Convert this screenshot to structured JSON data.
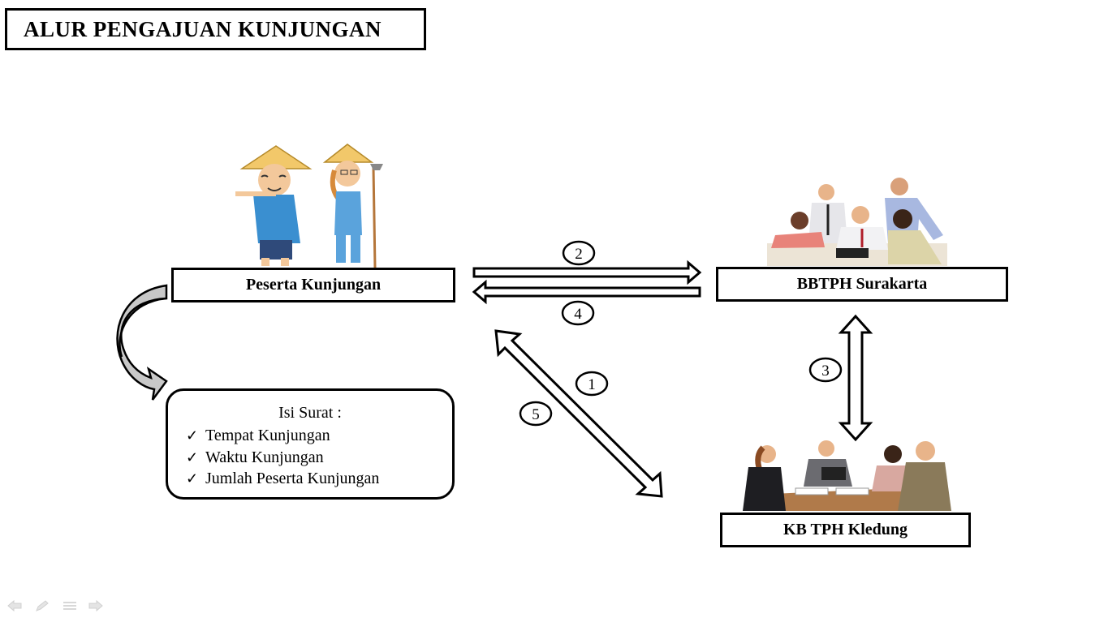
{
  "title": "ALUR PENGAJUAN  KUNJUNGAN",
  "nodes": {
    "peserta": "Peserta Kunjungan",
    "bbtph": "BBTPH Surakarta",
    "kbtph": "KB TPH Kledung"
  },
  "letter": {
    "title": "Isi Surat :",
    "items": [
      "Tempat Kunjungan",
      "Waktu Kunjungan",
      "Jumlah Peserta Kunjungan"
    ],
    "check_glyph": "✓"
  },
  "steps": {
    "s1": "1",
    "s2": "2",
    "s3": "3",
    "s4": "4",
    "s5": "5"
  },
  "icons": {
    "peserta_illustration": "farmers-illustration",
    "bbtph_illustration": "office-meeting-illustration",
    "kbtph_illustration": "office-discussion-illustration",
    "nav": [
      "back-arrow-icon",
      "pen-icon",
      "menu-icon",
      "forward-arrow-icon"
    ]
  },
  "colors": {
    "line": "#000000",
    "gray_arrow": "#c0c0c0"
  }
}
